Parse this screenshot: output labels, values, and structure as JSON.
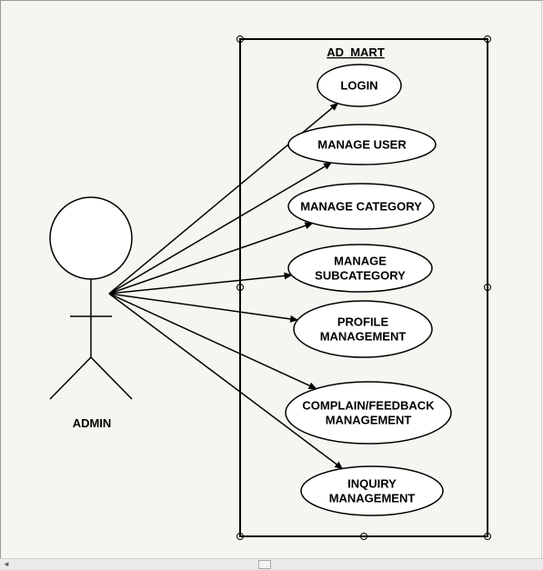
{
  "system": {
    "title": "AD  MART"
  },
  "actor": {
    "name": "ADMIN"
  },
  "use_cases": [
    {
      "id": "login",
      "lines": [
        "LOGIN"
      ]
    },
    {
      "id": "manage-user",
      "lines": [
        "MANAGE USER"
      ]
    },
    {
      "id": "manage-category",
      "lines": [
        "MANAGE CATEGORY"
      ]
    },
    {
      "id": "manage-subcategory",
      "lines": [
        "MANAGE",
        "SUBCATEGORY"
      ]
    },
    {
      "id": "profile-management",
      "lines": [
        "PROFILE",
        "MANAGEMENT"
      ]
    },
    {
      "id": "complain-feedback-management",
      "lines": [
        "COMPLAIN/FEEDBACK",
        "MANAGEMENT"
      ]
    },
    {
      "id": "inquiry-management",
      "lines": [
        "INQUIRY",
        "MANAGEMENT"
      ]
    }
  ],
  "scrollbar": {
    "left_arrow": "◄"
  }
}
